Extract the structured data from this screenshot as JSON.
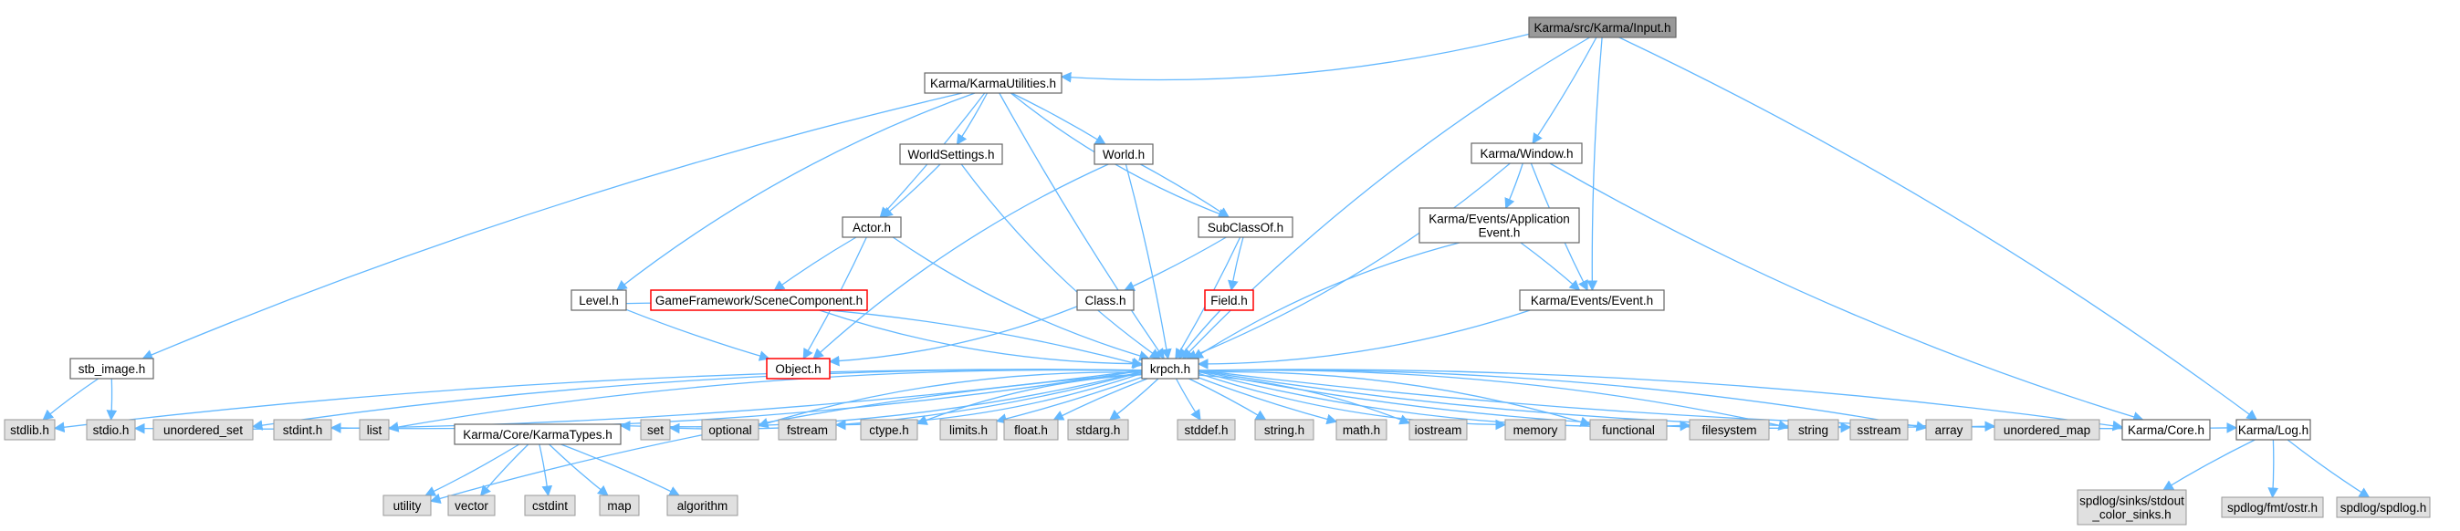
{
  "graph": {
    "nodes": [
      {
        "id": "input",
        "label": "Karma/src/Karma/Input.h",
        "style": "root"
      },
      {
        "id": "karmautil",
        "label": "Karma/KarmaUtilities.h",
        "style": "white"
      },
      {
        "id": "window",
        "label": "Karma/Window.h",
        "style": "white"
      },
      {
        "id": "worldsettings",
        "label": "WorldSettings.h",
        "style": "white"
      },
      {
        "id": "world",
        "label": "World.h",
        "style": "white"
      },
      {
        "id": "appevent",
        "label": "Karma/Events/Application\nEvent.h",
        "style": "white"
      },
      {
        "id": "actor",
        "label": "Actor.h",
        "style": "white"
      },
      {
        "id": "subclassof",
        "label": "SubClassOf.h",
        "style": "white"
      },
      {
        "id": "level",
        "label": "Level.h",
        "style": "white"
      },
      {
        "id": "scenecomp",
        "label": "GameFramework/SceneComponent.h",
        "style": "red"
      },
      {
        "id": "class",
        "label": "Class.h",
        "style": "white"
      },
      {
        "id": "field",
        "label": "Field.h",
        "style": "red"
      },
      {
        "id": "event",
        "label": "Karma/Events/Event.h",
        "style": "white"
      },
      {
        "id": "stbimage",
        "label": "stb_image.h",
        "style": "white"
      },
      {
        "id": "object",
        "label": "Object.h",
        "style": "red"
      },
      {
        "id": "krpch",
        "label": "krpch.h",
        "style": "white"
      },
      {
        "id": "stdlib",
        "label": "stdlib.h",
        "style": "gray"
      },
      {
        "id": "stdio",
        "label": "stdio.h",
        "style": "gray"
      },
      {
        "id": "unordered_set",
        "label": "unordered_set",
        "style": "gray"
      },
      {
        "id": "stdint",
        "label": "stdint.h",
        "style": "gray"
      },
      {
        "id": "list",
        "label": "list",
        "style": "gray"
      },
      {
        "id": "karmatypes",
        "label": "Karma/Core/KarmaTypes.h",
        "style": "white"
      },
      {
        "id": "set",
        "label": "set",
        "style": "gray"
      },
      {
        "id": "optional",
        "label": "optional",
        "style": "gray"
      },
      {
        "id": "fstream",
        "label": "fstream",
        "style": "gray"
      },
      {
        "id": "ctype",
        "label": "ctype.h",
        "style": "gray"
      },
      {
        "id": "limits",
        "label": "limits.h",
        "style": "gray"
      },
      {
        "id": "float",
        "label": "float.h",
        "style": "gray"
      },
      {
        "id": "stdarg",
        "label": "stdarg.h",
        "style": "gray"
      },
      {
        "id": "stddef",
        "label": "stddef.h",
        "style": "gray"
      },
      {
        "id": "string_h",
        "label": "string.h",
        "style": "gray"
      },
      {
        "id": "math",
        "label": "math.h",
        "style": "gray"
      },
      {
        "id": "iostream",
        "label": "iostream",
        "style": "gray"
      },
      {
        "id": "memory",
        "label": "memory",
        "style": "gray"
      },
      {
        "id": "functional",
        "label": "functional",
        "style": "gray"
      },
      {
        "id": "filesystem",
        "label": "filesystem",
        "style": "gray"
      },
      {
        "id": "string",
        "label": "string",
        "style": "gray"
      },
      {
        "id": "sstream",
        "label": "sstream",
        "style": "gray"
      },
      {
        "id": "array",
        "label": "array",
        "style": "gray"
      },
      {
        "id": "unordered_map",
        "label": "unordered_map",
        "style": "gray"
      },
      {
        "id": "core",
        "label": "Karma/Core.h",
        "style": "white"
      },
      {
        "id": "log",
        "label": "Karma/Log.h",
        "style": "white"
      },
      {
        "id": "utility",
        "label": "utility",
        "style": "gray"
      },
      {
        "id": "vector",
        "label": "vector",
        "style": "gray"
      },
      {
        "id": "cstdint",
        "label": "cstdint",
        "style": "gray"
      },
      {
        "id": "map",
        "label": "map",
        "style": "gray"
      },
      {
        "id": "algorithm",
        "label": "algorithm",
        "style": "gray"
      },
      {
        "id": "stdoutsinks",
        "label": "spdlog/sinks/stdout\n_color_sinks.h",
        "style": "gray"
      },
      {
        "id": "ostr",
        "label": "spdlog/fmt/ostr.h",
        "style": "gray"
      },
      {
        "id": "spdlog",
        "label": "spdlog/spdlog.h",
        "style": "gray"
      }
    ],
    "edges": [
      [
        "input",
        "karmautil"
      ],
      [
        "input",
        "krpch"
      ],
      [
        "input",
        "window"
      ],
      [
        "input",
        "event"
      ],
      [
        "input",
        "log"
      ],
      [
        "karmautil",
        "stbimage"
      ],
      [
        "karmautil",
        "actor"
      ],
      [
        "karmautil",
        "level"
      ],
      [
        "karmautil",
        "worldsettings"
      ],
      [
        "karmautil",
        "krpch"
      ],
      [
        "karmautil",
        "world"
      ],
      [
        "karmautil",
        "subclassof"
      ],
      [
        "worldsettings",
        "actor"
      ],
      [
        "worldsettings",
        "krpch"
      ],
      [
        "world",
        "subclassof"
      ],
      [
        "world",
        "object"
      ],
      [
        "world",
        "krpch"
      ],
      [
        "actor",
        "scenecomp"
      ],
      [
        "actor",
        "object"
      ],
      [
        "actor",
        "krpch"
      ],
      [
        "subclassof",
        "class"
      ],
      [
        "subclassof",
        "field"
      ],
      [
        "subclassof",
        "krpch"
      ],
      [
        "level",
        "object"
      ],
      [
        "level",
        "krpch"
      ],
      [
        "scenecomp",
        "krpch"
      ],
      [
        "class",
        "object"
      ],
      [
        "field",
        "krpch"
      ],
      [
        "window",
        "appevent"
      ],
      [
        "window",
        "event"
      ],
      [
        "window",
        "krpch"
      ],
      [
        "window",
        "core"
      ],
      [
        "appevent",
        "event"
      ],
      [
        "appevent",
        "krpch"
      ],
      [
        "event",
        "krpch"
      ],
      [
        "stbimage",
        "stdlib"
      ],
      [
        "stbimage",
        "stdio"
      ],
      [
        "krpch",
        "stdlib"
      ],
      [
        "krpch",
        "stdio"
      ],
      [
        "krpch",
        "unordered_set"
      ],
      [
        "krpch",
        "stdint"
      ],
      [
        "krpch",
        "list"
      ],
      [
        "krpch",
        "karmatypes"
      ],
      [
        "krpch",
        "utility"
      ],
      [
        "krpch",
        "set"
      ],
      [
        "krpch",
        "optional"
      ],
      [
        "krpch",
        "fstream"
      ],
      [
        "krpch",
        "ctype"
      ],
      [
        "krpch",
        "limits"
      ],
      [
        "krpch",
        "float"
      ],
      [
        "krpch",
        "stdarg"
      ],
      [
        "krpch",
        "stddef"
      ],
      [
        "krpch",
        "string_h"
      ],
      [
        "krpch",
        "math"
      ],
      [
        "krpch",
        "iostream"
      ],
      [
        "krpch",
        "memory"
      ],
      [
        "krpch",
        "functional"
      ],
      [
        "krpch",
        "filesystem"
      ],
      [
        "krpch",
        "string"
      ],
      [
        "krpch",
        "sstream"
      ],
      [
        "krpch",
        "array"
      ],
      [
        "krpch",
        "unordered_map"
      ],
      [
        "krpch",
        "core"
      ],
      [
        "krpch",
        "log"
      ],
      [
        "karmatypes",
        "utility"
      ],
      [
        "karmatypes",
        "vector"
      ],
      [
        "karmatypes",
        "cstdint"
      ],
      [
        "karmatypes",
        "map"
      ],
      [
        "karmatypes",
        "algorithm"
      ],
      [
        "log",
        "stdoutsinks"
      ],
      [
        "log",
        "ostr"
      ],
      [
        "log",
        "spdlog"
      ]
    ]
  }
}
